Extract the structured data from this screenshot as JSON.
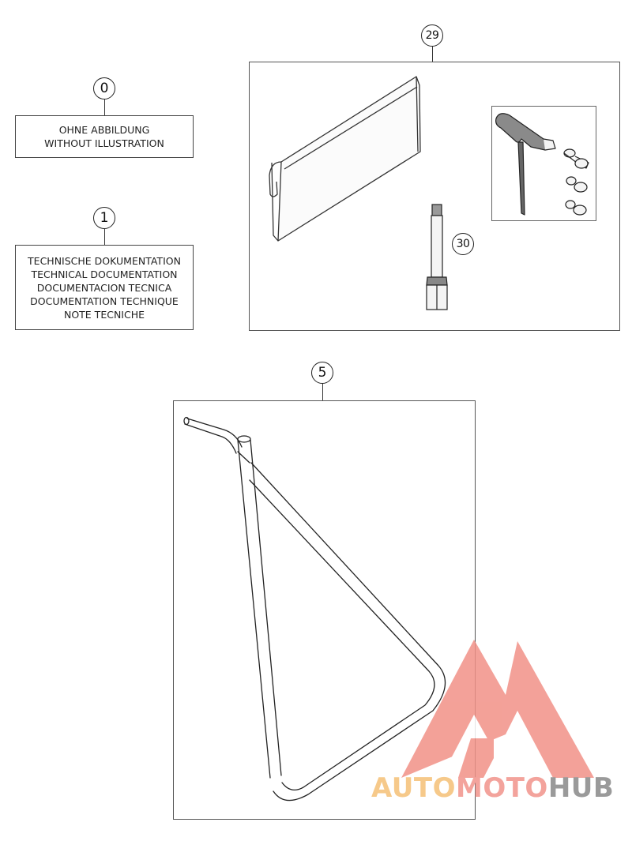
{
  "callouts": {
    "c0": "0",
    "c1": "1",
    "c29": "29",
    "c30": "30",
    "c5": "5"
  },
  "boxes": {
    "without_illustration": {
      "lines": [
        "OHNE ABBILDUNG",
        "WITHOUT ILLUSTRATION"
      ]
    },
    "technical_documentation": {
      "lines": [
        "TECHNISCHE DOKUMENTATION",
        "TECHNICAL DOCUMENTATION",
        "DOCUMENTACION TECNICA",
        "DOCUMENTATION TECHNIQUE",
        "NOTE TECNICHE"
      ]
    }
  },
  "watermark": {
    "word1": "AUTO",
    "word2": "MOTO",
    "word3": "HUB",
    "colors": {
      "auto": "#f6c98a",
      "moto": "#f3a39c",
      "hub": "#9a9a9a",
      "logo": "#f19187"
    }
  }
}
